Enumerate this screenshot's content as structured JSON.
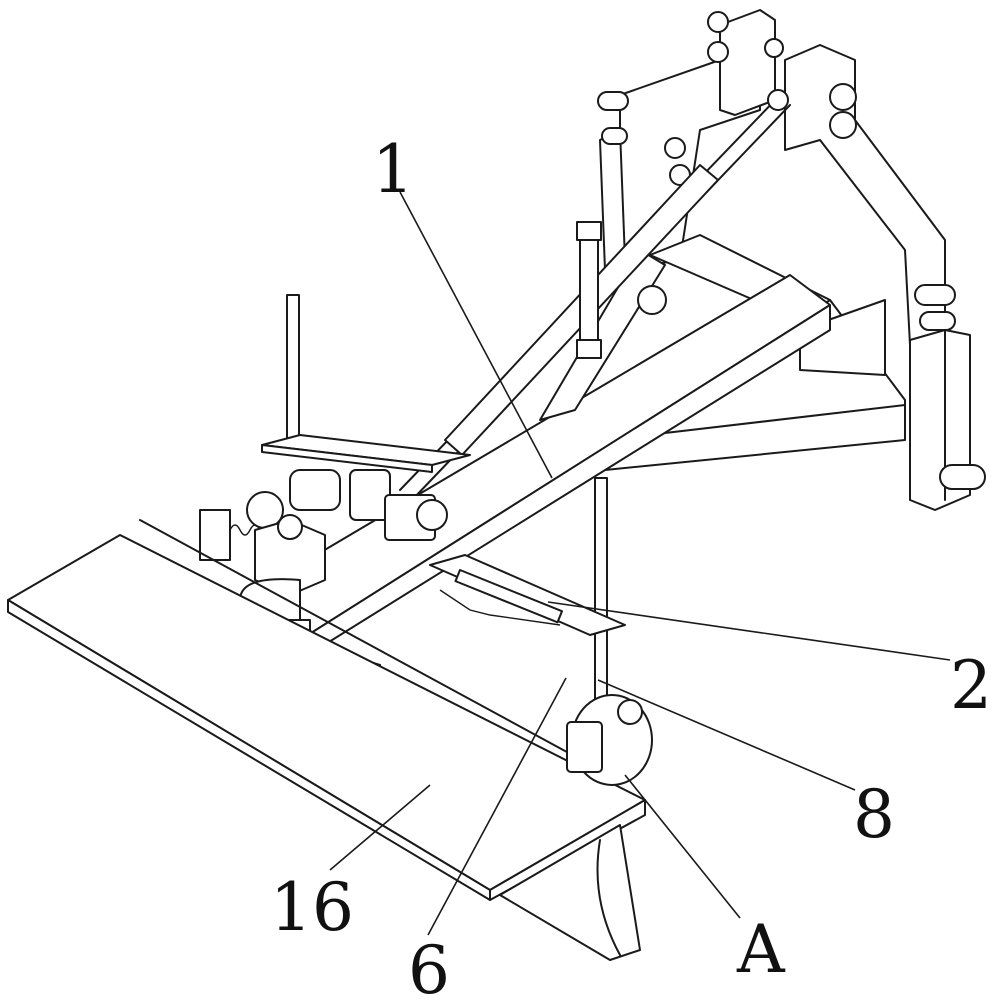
{
  "figure": {
    "type": "patent mechanical line drawing",
    "labels": [
      {
        "id": "label-1",
        "text": "1"
      },
      {
        "id": "label-2",
        "text": "2"
      },
      {
        "id": "label-8",
        "text": "8"
      },
      {
        "id": "label-16",
        "text": "16"
      },
      {
        "id": "label-6",
        "text": "6"
      },
      {
        "id": "label-A",
        "text": "A"
      }
    ],
    "colors": {
      "ink": "#1a1a1a",
      "background": "#ffffff"
    }
  }
}
